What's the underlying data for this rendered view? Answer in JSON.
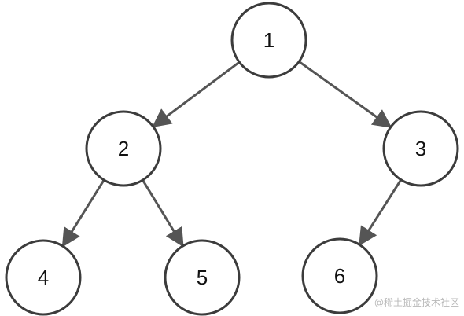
{
  "nodes": [
    {
      "id": "1",
      "label": "1"
    },
    {
      "id": "2",
      "label": "2"
    },
    {
      "id": "3",
      "label": "3"
    },
    {
      "id": "4",
      "label": "4"
    },
    {
      "id": "5",
      "label": "5"
    },
    {
      "id": "6",
      "label": "6"
    }
  ],
  "edges": [
    {
      "from": "1",
      "to": "2"
    },
    {
      "from": "1",
      "to": "3"
    },
    {
      "from": "2",
      "to": "4"
    },
    {
      "from": "2",
      "to": "5"
    },
    {
      "from": "3",
      "to": "6"
    }
  ],
  "watermark": "@稀土掘金技术社区",
  "colors": {
    "node_stroke": "#3c3c3c",
    "edge": "#555555",
    "watermark": "#b8b8b8"
  }
}
